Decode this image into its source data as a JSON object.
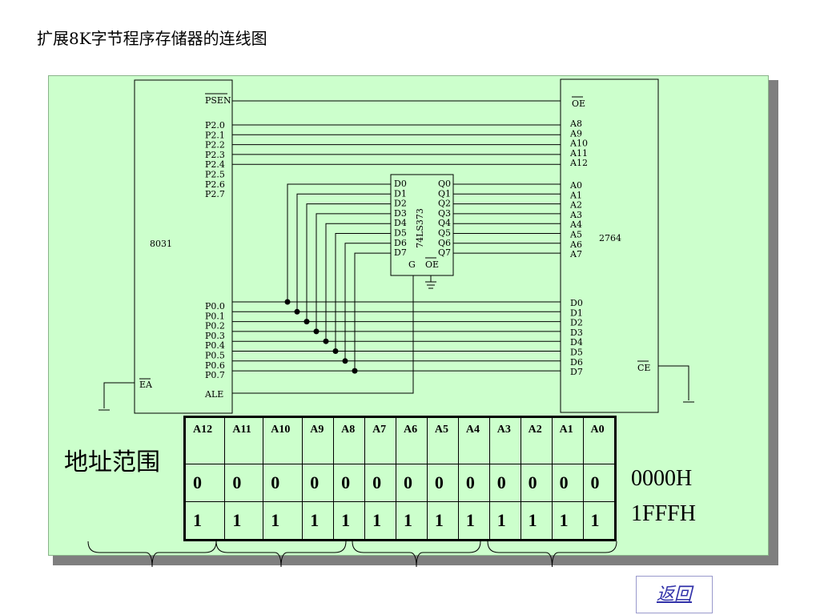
{
  "title": "扩展8K字节程序存储器的连线图",
  "cpu": {
    "name": "8031",
    "psen": "PSEN",
    "p2_pins": [
      "P2.0",
      "P2.1",
      "P2.2",
      "P2.3",
      "P2.4",
      "P2.5",
      "P2.6",
      "P2.7"
    ],
    "p0_pins": [
      "P0.0",
      "P0.1",
      "P0.2",
      "P0.3",
      "P0.4",
      "P0.5",
      "P0.6",
      "P0.7"
    ],
    "ea": "EA",
    "ale": "ALE"
  },
  "latch": {
    "name": "74LS373",
    "d_pins": [
      "D0",
      "D1",
      "D2",
      "D3",
      "D4",
      "D5",
      "D6",
      "D7"
    ],
    "q_pins": [
      "Q0",
      "Q1",
      "Q2",
      "Q3",
      "Q4",
      "Q5",
      "Q6",
      "Q7"
    ],
    "g": "G",
    "oe": "OE"
  },
  "eprom": {
    "name": "2764",
    "oe": "OE",
    "high_addr": [
      "A8",
      "A9",
      "A10",
      "A11",
      "A12"
    ],
    "low_addr": [
      "A0",
      "A1",
      "A2",
      "A3",
      "A4",
      "A5",
      "A6",
      "A7"
    ],
    "data": [
      "D0",
      "D1",
      "D2",
      "D3",
      "D4",
      "D5",
      "D6",
      "D7"
    ],
    "ce": "CE"
  },
  "address_range": {
    "label": "地址范围",
    "headers": [
      "A12",
      "A11",
      "A10",
      "A9",
      "A8",
      "A7",
      "A6",
      "A5",
      "A4",
      "A3",
      "A2",
      "A1",
      "A0"
    ],
    "start_bits": [
      "0",
      "0",
      "0",
      "0",
      "0",
      "0",
      "0",
      "0",
      "0",
      "0",
      "0",
      "0",
      "0"
    ],
    "end_bits": [
      "1",
      "1",
      "1",
      "1",
      "1",
      "1",
      "1",
      "1",
      "1",
      "1",
      "1",
      "1",
      "1"
    ],
    "start": "0000H",
    "end": "1FFFH"
  },
  "back_label": "返回"
}
